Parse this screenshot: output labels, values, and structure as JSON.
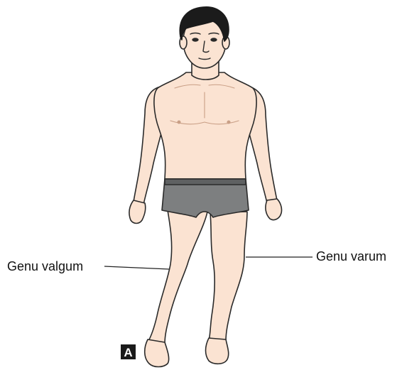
{
  "figure": {
    "panel_letter": "A",
    "labels": {
      "left": "Genu valgum",
      "right": "Genu varum"
    },
    "colors": {
      "skin": "#fbe3d2",
      "skin_shadow": "#f2c9b0",
      "outline": "#2a2a2a",
      "hair": "#1b1b1b",
      "underwear": "#7d7f80",
      "underwear_band": "#5f6162",
      "leader_line": "#222222",
      "panel_box": "#1a1a1a"
    }
  }
}
